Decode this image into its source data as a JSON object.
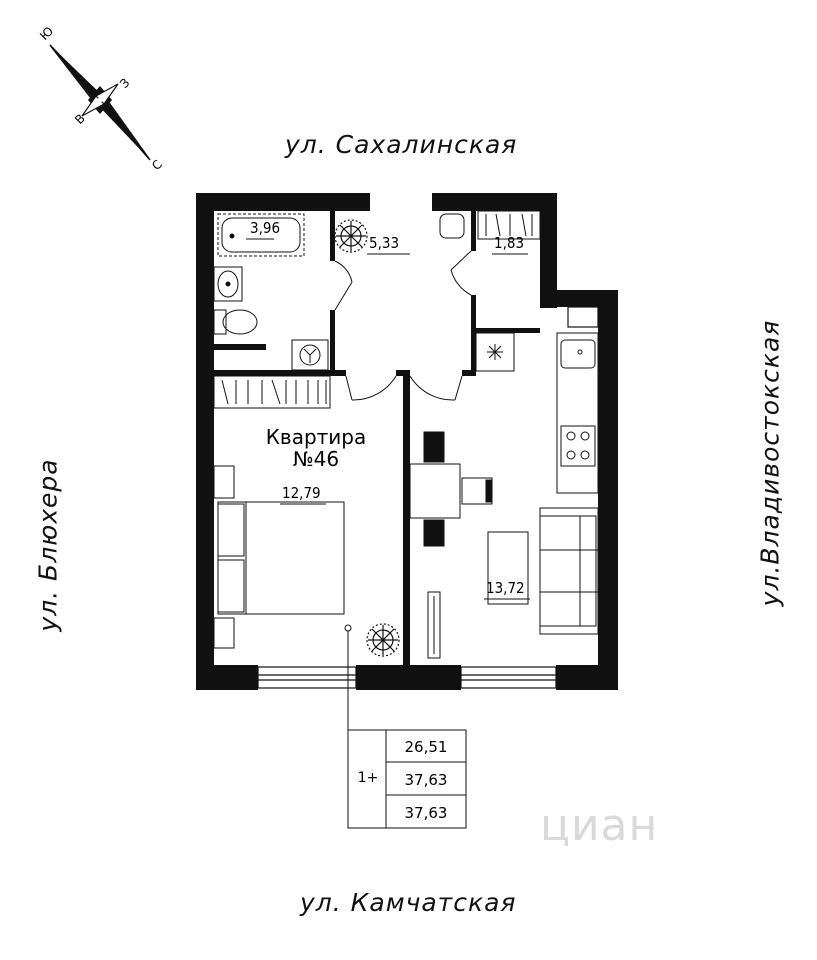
{
  "streets": {
    "top": "ул. Сахалинская",
    "left": "ул. Блюхера",
    "right": "ул.Владивостокская",
    "bottom": "ул. Камчатская"
  },
  "compass": {
    "labels": [
      "Ю",
      "З",
      "В",
      "С"
    ]
  },
  "apartment": {
    "title_line1": "Квартира",
    "title_line2": "№46"
  },
  "rooms": {
    "bathroom": "3,96",
    "hall": "5,33",
    "wc": "1,83",
    "bedroom": "12,79",
    "kitchen": "13,72"
  },
  "area_table": {
    "rooms_count": "1+",
    "values": [
      "26,51",
      "37,63",
      "37,63"
    ]
  },
  "watermark": "циан"
}
